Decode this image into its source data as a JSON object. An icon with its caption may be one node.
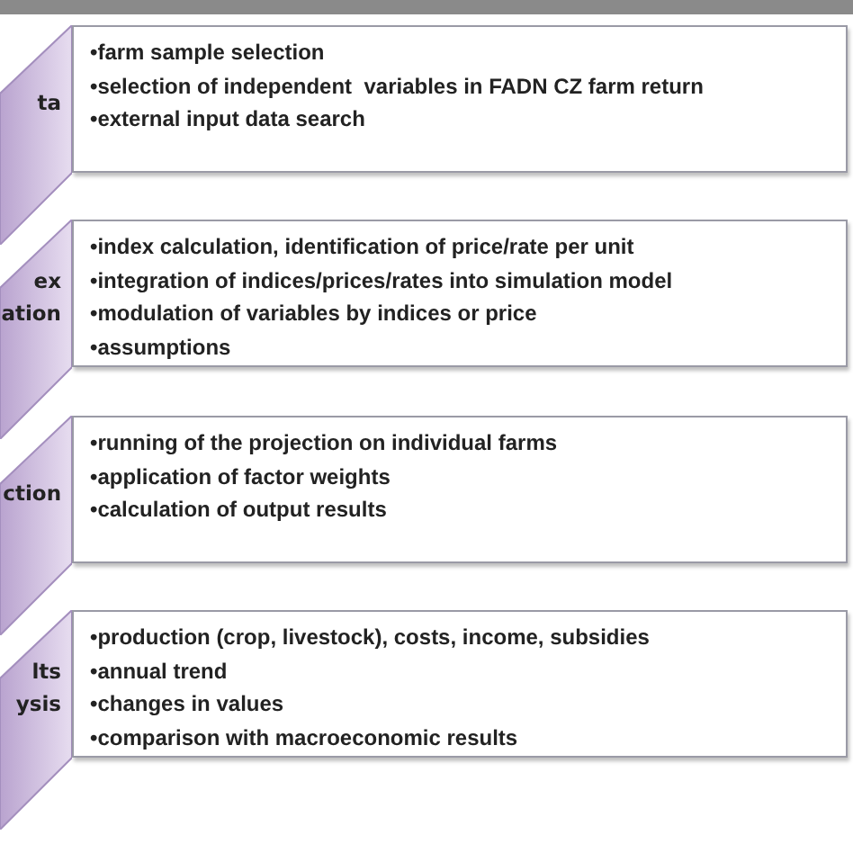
{
  "diagram": {
    "nodes": [
      {
        "text": [
          "ta"
        ]
      },
      {
        "text": [
          "•farm sample selection",
          "•selection of independent  variables in FADN CZ farm return",
          "•external input data search"
        ]
      },
      {
        "text": [
          "ex ation"
        ]
      },
      {
        "text": [
          "•index calculation, identification of price/rate per unit",
          "•integration of indices/prices/rates into simulation model",
          "•modulation of variables by indices or price",
          "•assumptions"
        ]
      },
      {
        "text": [
          "ction"
        ]
      },
      {
        "text": [
          "•running of the projection on individual farms",
          "•application of factor weights",
          "•calculation of output results"
        ]
      },
      {
        "text": [
          "lts ysis"
        ]
      },
      {
        "text": [
          "•production (crop, livestock), costs, income, subsidies",
          "•annual trend",
          "•changes in values",
          "•comparison with macroeconomic results"
        ]
      }
    ]
  }
}
